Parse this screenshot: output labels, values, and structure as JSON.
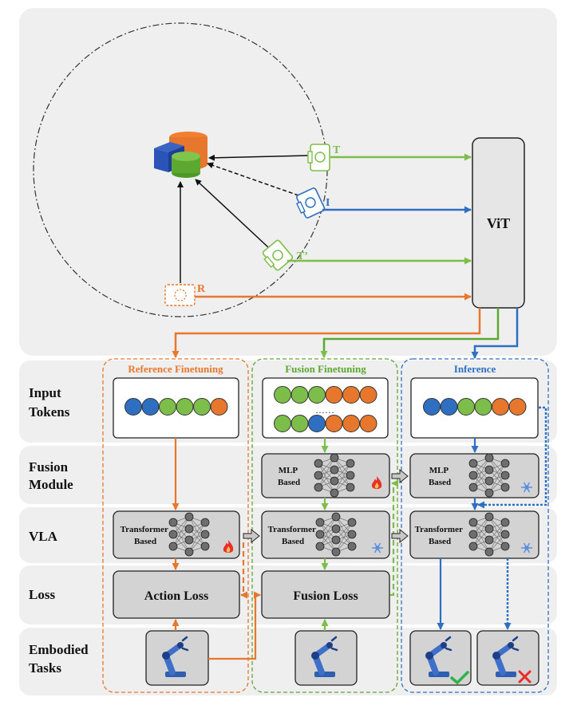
{
  "cameras": {
    "t": "T",
    "i": "I",
    "t_prime": "T’",
    "r": "R"
  },
  "vit_label": "ViT",
  "columns": {
    "ref_title": "Reference Finetuning",
    "fusion_title": "Fusion Finetuning",
    "inference_title": "Inference"
  },
  "rows": {
    "input_tokens": [
      "Input",
      "Tokens"
    ],
    "fusion_module": [
      "Fusion",
      "Module"
    ],
    "vla": [
      "VLA"
    ],
    "loss": [
      "Loss"
    ],
    "embodied_tasks": [
      "Embodied",
      "Tasks"
    ]
  },
  "modules": {
    "mlp": [
      "MLP",
      "Based"
    ],
    "transformer": [
      "Transformer",
      "Based"
    ],
    "action_loss": "Action Loss",
    "fusion_loss": "Fusion Loss",
    "ellipsis": "……"
  },
  "colors": {
    "orange": "#E8772E",
    "green": "#7DBE4A",
    "blue": "#2F6FC2",
    "dark_green": "#5DA830",
    "panel_bg": "#EFEFEF",
    "box_gray": "#D3D3D3"
  },
  "tokens": {
    "reference": [
      "blue",
      "blue",
      "green",
      "green",
      "green",
      "orange"
    ],
    "fusion_row1": [
      "green",
      "green",
      "green",
      "orange",
      "orange",
      "orange"
    ],
    "fusion_row2": [
      "green",
      "green",
      "blue",
      "orange",
      "orange",
      "orange"
    ],
    "inference": [
      "blue",
      "blue",
      "green",
      "green",
      "orange",
      "orange"
    ]
  },
  "icons": {
    "fire": "fire-icon",
    "snow": "snowflake-icon",
    "check": "check-icon",
    "cross": "cross-icon",
    "robot": "robot-arm-icon",
    "camera": "camera-icon"
  }
}
